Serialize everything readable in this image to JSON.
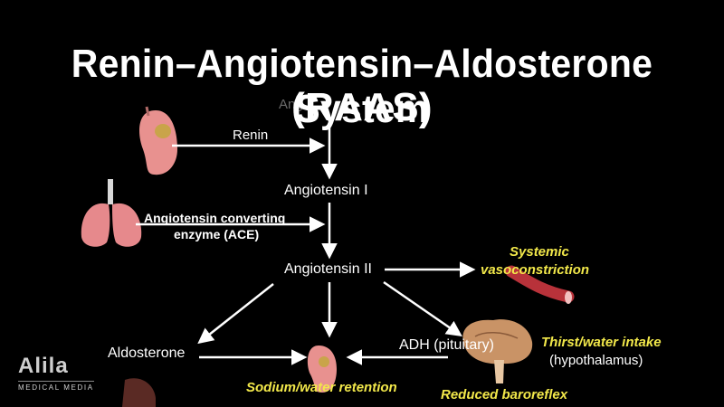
{
  "title": {
    "line1": "Renin–Angiotensin–Aldosterone System",
    "line2": "(RAAS)"
  },
  "background_fragment": "Ang",
  "nodes": {
    "angiotensin_1": "Angiotensin I",
    "angiotensin_2": "Angiotensin II",
    "aldosterone": "Aldosterone",
    "adh": "ADH (pituitary)"
  },
  "edge_labels": {
    "renin": "Renin",
    "ace_line1": "Angiotensin converting",
    "ace_line2": "enzyme (ACE)"
  },
  "effects": {
    "vaso_line1": "Systemic",
    "vaso_line2": "vasoconstriction",
    "thirst": "Thirst/water intake",
    "hypothalamus": "(hypothalamus)",
    "sodium": "Sodium/water retention",
    "baroreflex": "Reduced baroreflex"
  },
  "logo": {
    "name": "Alila",
    "tagline": "MEDICAL MEDIA"
  },
  "colors": {
    "background": "#000000",
    "text": "#ffffff",
    "effect_text": "#f2e84a",
    "arrow": "#ffffff",
    "kidney": "#e8918f",
    "lung": "#e6898c",
    "vessel": "#b8323a",
    "brain": "#c99366"
  }
}
